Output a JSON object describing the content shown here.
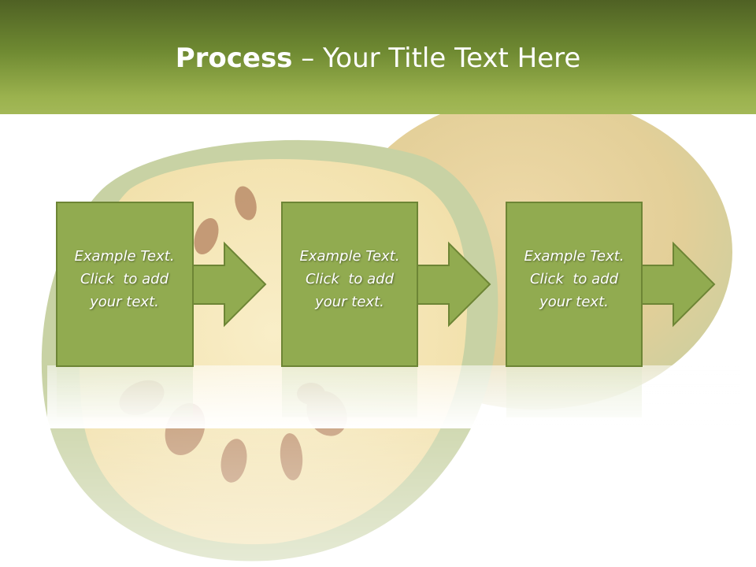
{
  "slide": {
    "title_bold": "Process",
    "title_rest": " – Your Title Text Here"
  },
  "steps": [
    {
      "line1": "Example Text.",
      "line2": "Click  to add",
      "line3": "your text."
    },
    {
      "line1": "Example Text.",
      "line2": "Click  to add",
      "line3": "your text."
    },
    {
      "line1": "Example Text.",
      "line2": "Click  to add",
      "line3": "your text."
    }
  ],
  "colors": {
    "header_dark": "#4f6124",
    "header_light": "#a3b857",
    "box_fill": "#91ab50",
    "box_border": "#6d8535"
  },
  "background_image": "bael-fruit-photo"
}
